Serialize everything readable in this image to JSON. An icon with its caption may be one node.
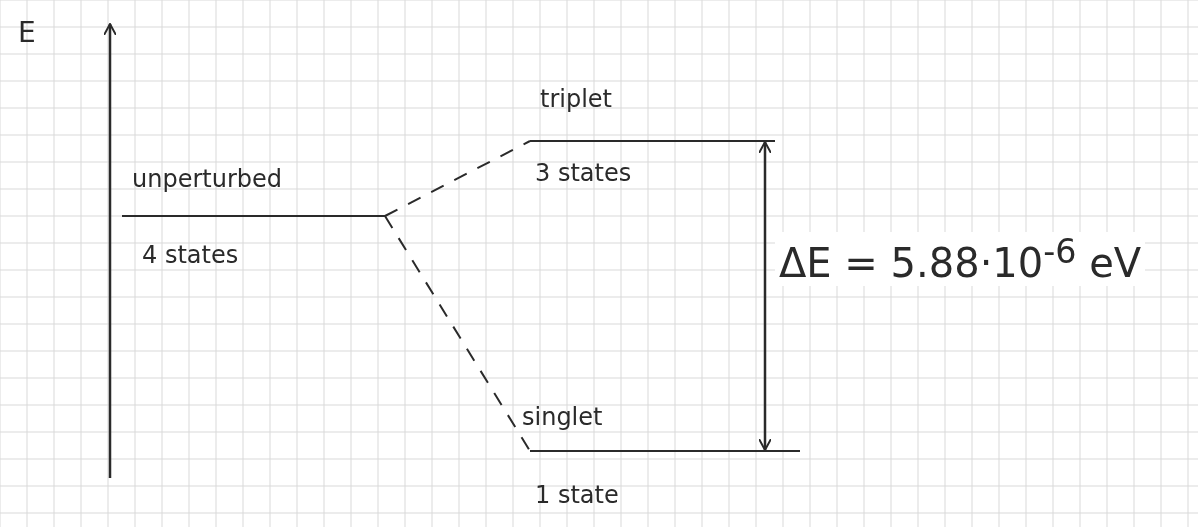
{
  "diagram": {
    "nodes": [
      {
        "text": [
          "unperturbed",
          "4 states"
        ]
      },
      {
        "text": [
          "triplet",
          "3 states"
        ]
      },
      {
        "text": [
          "singlet",
          "1 state"
        ]
      }
    ],
    "edges": [
      {
        "from": 0,
        "to": 1,
        "arrow": "none",
        "style": "dashed"
      },
      {
        "from": 0,
        "to": 2,
        "arrow": "none",
        "style": "dashed"
      },
      {
        "from": 1,
        "to": 2,
        "arrow": "both",
        "label": "ΔE = 5.88·10$^{-6}$ eV"
      }
    ],
    "labels": [
      "E"
    ]
  }
}
